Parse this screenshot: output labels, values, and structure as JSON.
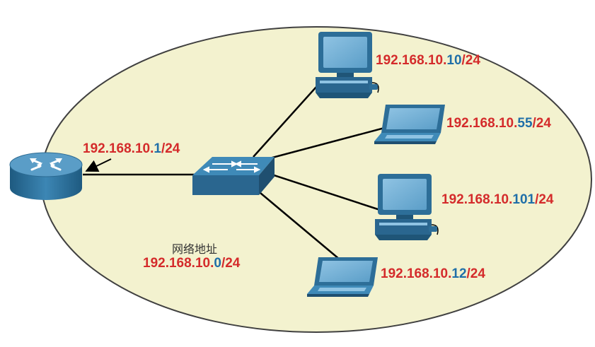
{
  "colors": {
    "ellipse_fill": "#f3f2cf",
    "ellipse_stroke": "#404040",
    "device_blue": "#2d6e98",
    "network_part": "#d42b2b",
    "host_part": "#1f6fa8"
  },
  "router": {
    "icon": "router-icon",
    "ip": {
      "network": "192.168.10.",
      "host": "1",
      "mask": "/24"
    }
  },
  "switch": {
    "icon": "switch-icon"
  },
  "network": {
    "caption": "网络地址",
    "ip": {
      "network": "192.168.10.",
      "host": "0",
      "mask": "/24"
    }
  },
  "hosts": [
    {
      "icon": "desktop-computer-icon",
      "ip": {
        "network": "192.168.10.",
        "host": "10",
        "mask": "/24"
      }
    },
    {
      "icon": "laptop-icon",
      "ip": {
        "network": "192.168.10.",
        "host": "55",
        "mask": "/24"
      }
    },
    {
      "icon": "desktop-computer-icon",
      "ip": {
        "network": "192.168.10.",
        "host": "101",
        "mask": "/24"
      }
    },
    {
      "icon": "laptop-icon",
      "ip": {
        "network": "192.168.10.",
        "host": "12",
        "mask": "/24"
      }
    }
  ]
}
